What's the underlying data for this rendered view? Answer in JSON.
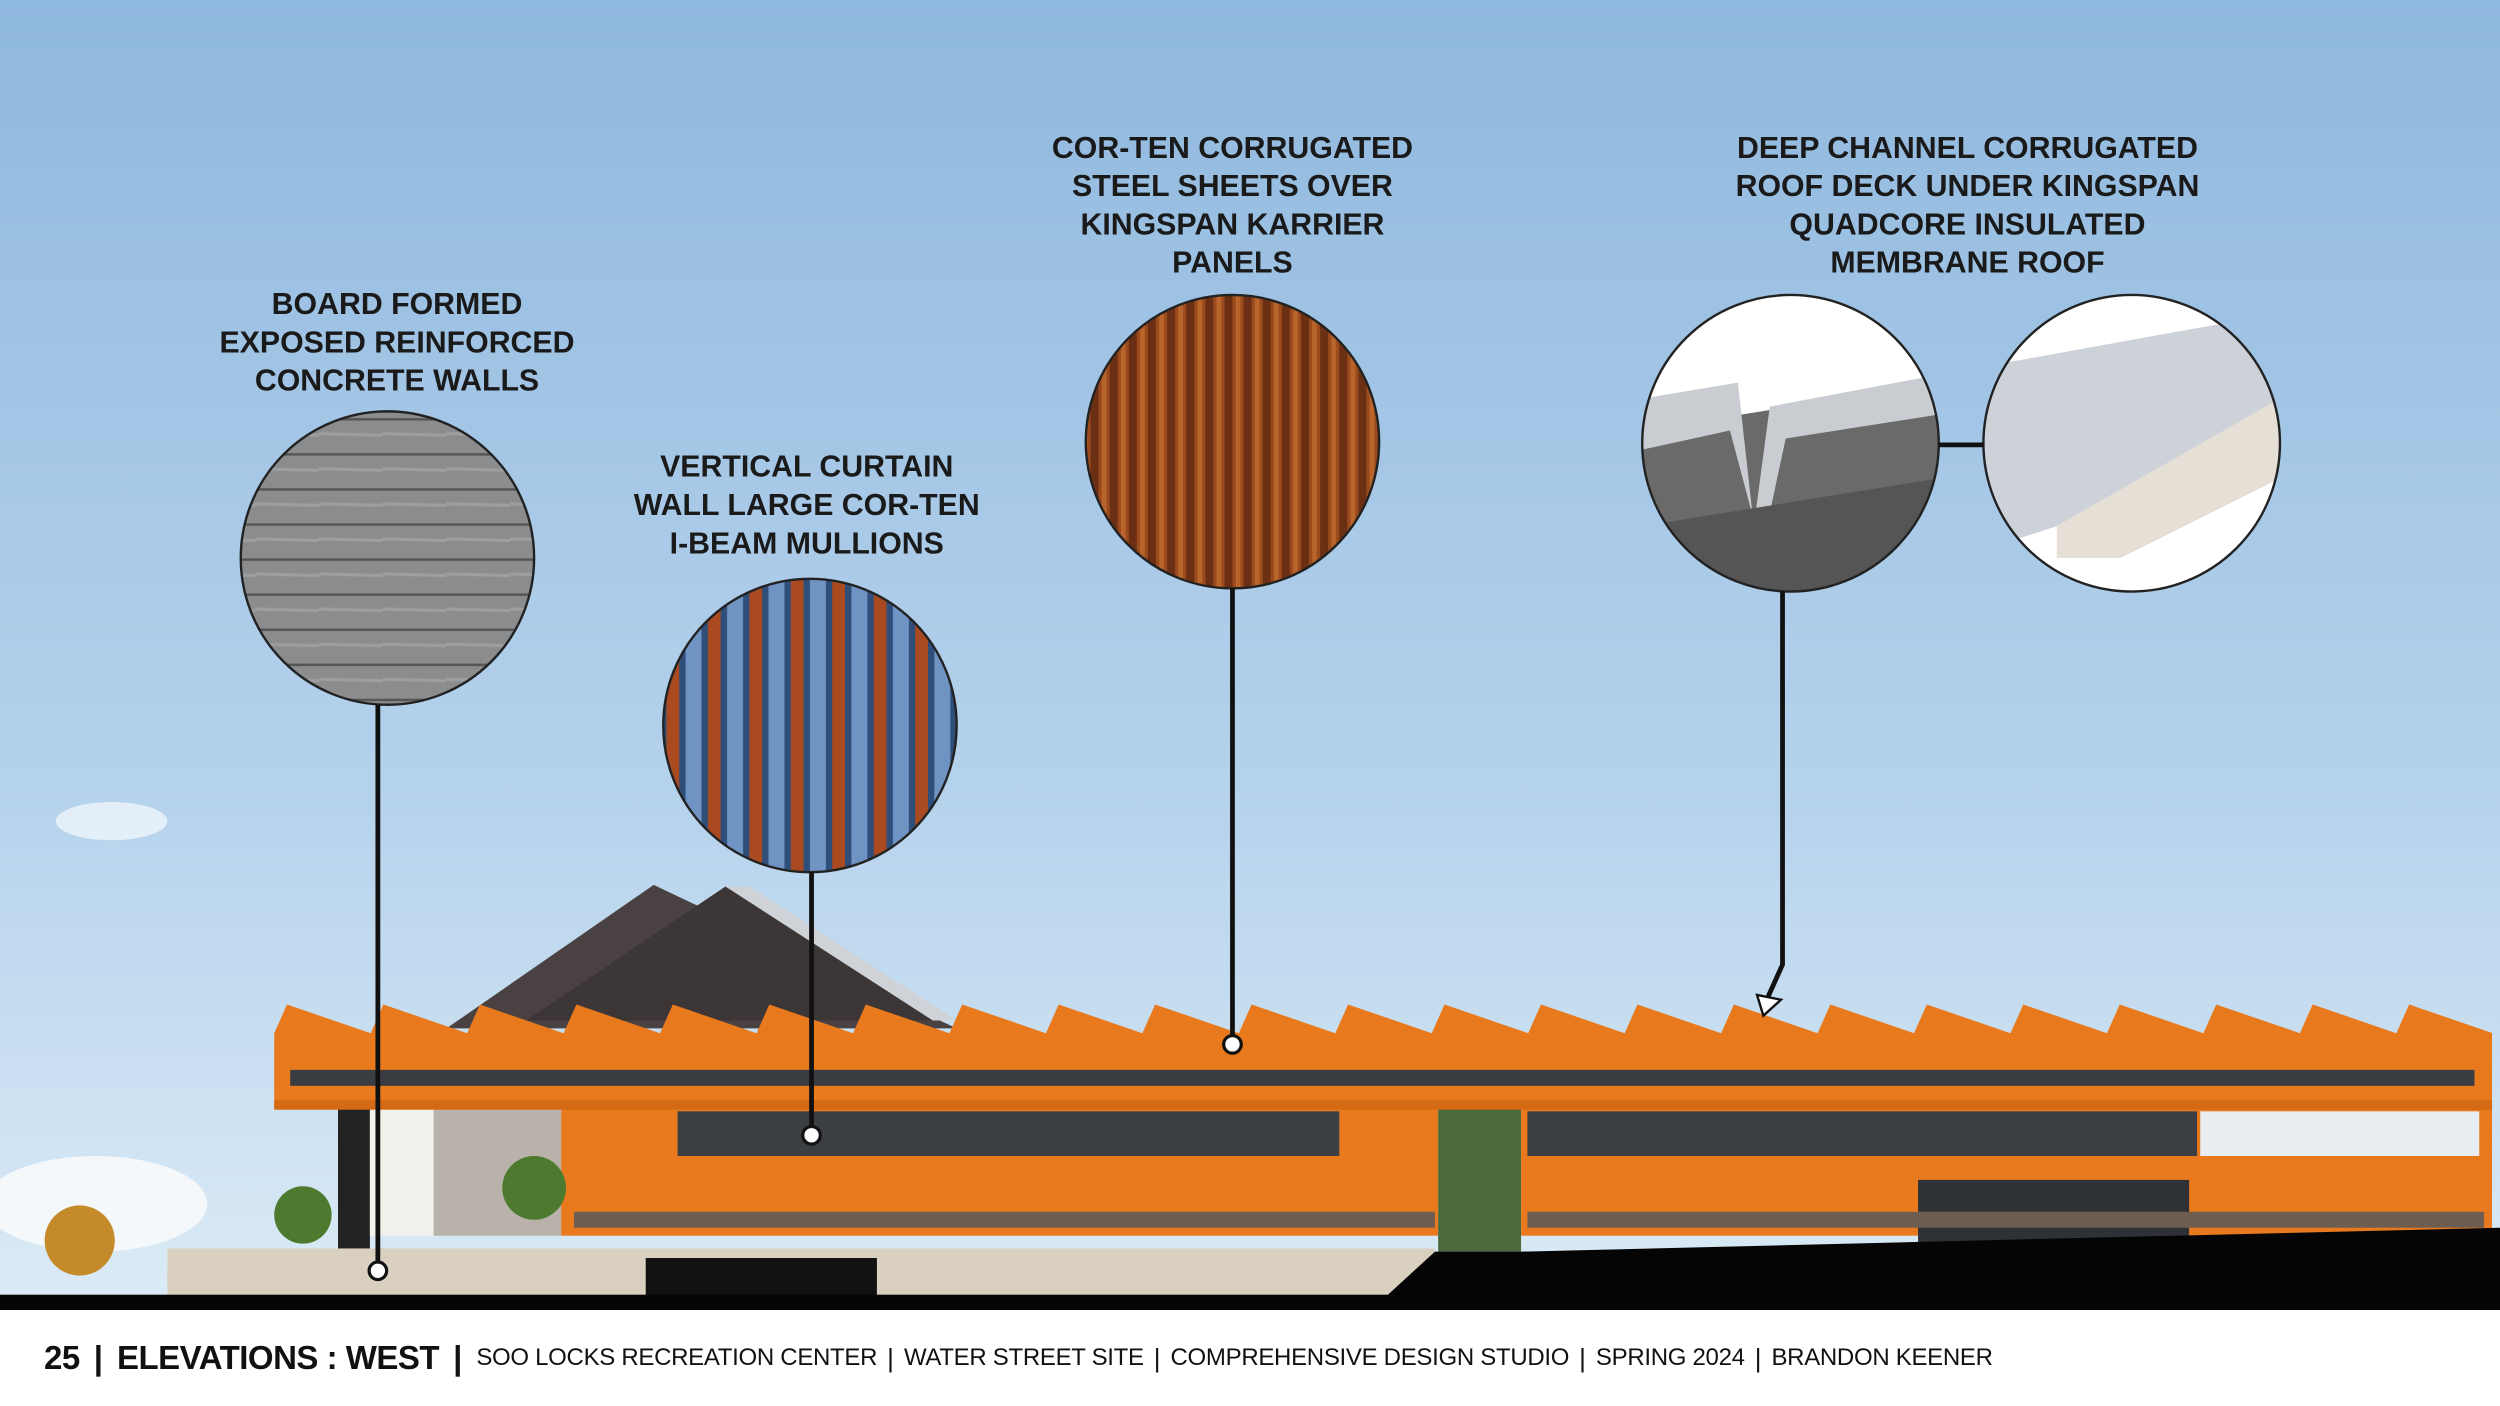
{
  "callouts": [
    {
      "lines": [
        "BOARD FORMED",
        "EXPOSED REINFORCED",
        "CONCRETE WALLS"
      ]
    },
    {
      "lines": [
        "VERTICAL CURTAIN",
        "WALL LARGE COR-TEN",
        "I-BEAM MULLIONS"
      ]
    },
    {
      "lines": [
        "COR-TEN CORRUGATED",
        "STEEL SHEETS OVER",
        "KINGSPAN KARRIER",
        "PANELS"
      ]
    },
    {
      "lines": [
        "DEEP CHANNEL CORRUGATED",
        "ROOF DECK UNDER KINGSPAN",
        "QUADCORE INSULATED",
        "MEMBRANE ROOF"
      ]
    }
  ],
  "footer": {
    "page_number": "25",
    "title": "ELEVATIONS : WEST",
    "items": [
      "SOO LOCKS RECREATION CENTER",
      "WATER STREET SITE",
      "COMPREHENSIVE DESIGN STUDIO",
      "SPRING 2024",
      "BRANDON KEENER"
    ]
  },
  "colors": {
    "sky_top": "#8fb8de",
    "sky_bottom": "#dcebf6",
    "corten_orange": "#e8791c",
    "roof_dark": "#4a4242",
    "ground": "#050505"
  }
}
